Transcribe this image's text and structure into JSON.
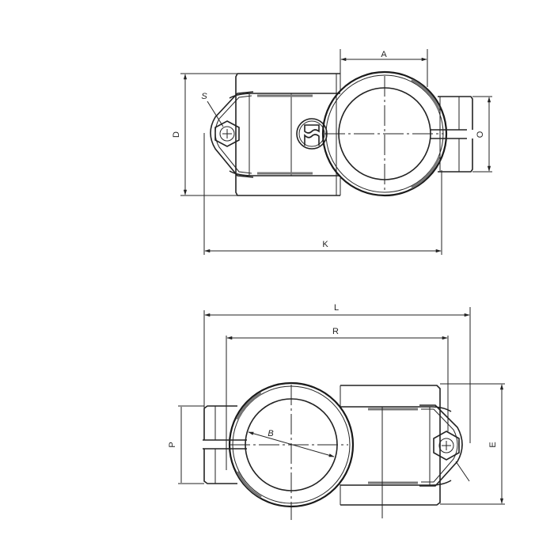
{
  "drawing": {
    "type": "technical-drawing",
    "subject": "pipe clamp connector, two orthographic views",
    "line_color": "#222222",
    "background": "#ffffff"
  },
  "top_view": {
    "dimensions": {
      "A": "A",
      "D": "D",
      "K": "K",
      "O": "O",
      "S": "S"
    },
    "logo_icon": "manufacturer-logo-icon"
  },
  "bottom_view": {
    "dimensions": {
      "L": "L",
      "R": "R",
      "P": "P",
      "E": "E",
      "B": "B"
    }
  }
}
